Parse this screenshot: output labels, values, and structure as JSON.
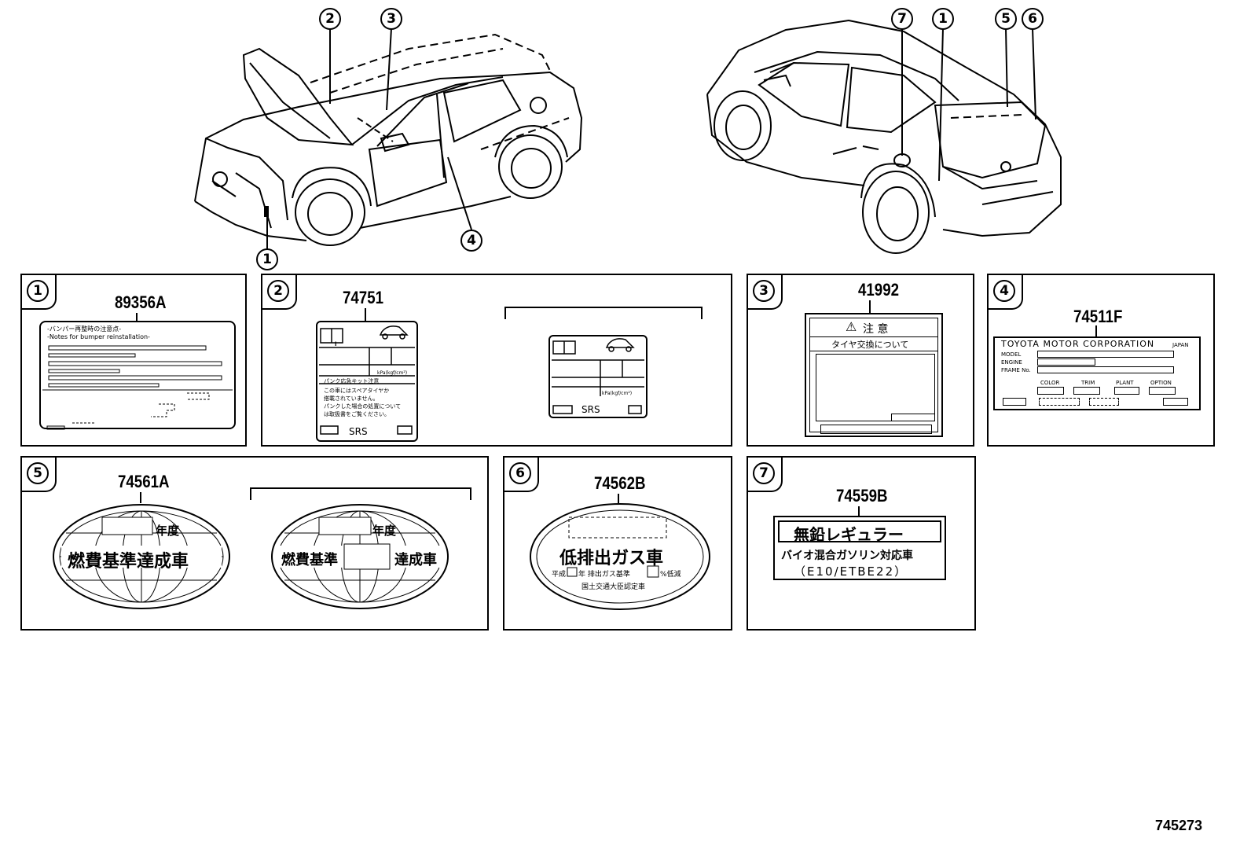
{
  "callouts": {
    "front": [
      "2",
      "3",
      "1",
      "4"
    ],
    "rear": [
      "7",
      "1",
      "5",
      "6"
    ]
  },
  "panels": [
    {
      "index": "1",
      "part": "89356A",
      "lines": [
        "-バンパー再整時の注意点-",
        "-Notes for bumper reinstallation-"
      ]
    },
    {
      "index": "2",
      "part": "74751",
      "srs": "SRS",
      "jp_heading": "パンク応急キット注意",
      "jp_body": [
        "この車にはスペアタイヤか",
        "搭載されていません。",
        "パンクした場合の処置について",
        "は取扱書をご覧ください。"
      ],
      "pressure": "kPa(kgf/cm²)"
    },
    {
      "index": "3",
      "part": "41992",
      "caution": "注 意",
      "subtitle": "タイヤ交換について"
    },
    {
      "index": "4",
      "part": "74511F",
      "maker": "TOYOTA MOTOR CORPORATION",
      "country": "JAPAN",
      "rows": [
        "MODEL",
        "ENGINE",
        "FRAME No."
      ],
      "fields": [
        "COLOR",
        "TRIM",
        "PLANT",
        "OPTION"
      ]
    },
    {
      "index": "5",
      "part": "74561A",
      "year": "年度",
      "text_a": "燃費基準達成車",
      "text_b1": "燃費基準",
      "text_b2": "達成車"
    },
    {
      "index": "6",
      "part": "74562B",
      "main": "低排出ガス車",
      "line1a": "平成",
      "line1b": "年 排出ガス基準",
      "line1c": "%低減",
      "line2": "国土交通大臣認定車"
    },
    {
      "index": "7",
      "part": "74559B",
      "box": "無鉛レギュラー",
      "line1": "バイオ混合ガソリン対応車",
      "line2": "（E10/ETBE22）"
    }
  ],
  "diagram_number": "745273"
}
